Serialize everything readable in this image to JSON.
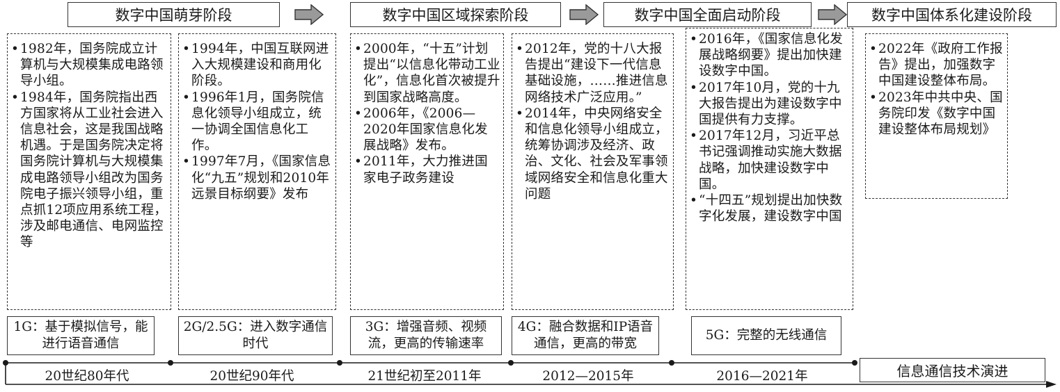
{
  "stages": [
    "数字中国萌芽阶段",
    "数字中国区域探索阶段",
    "数字中国全面启动阶段",
    "数字中国体系化建设阶段"
  ],
  "columns": [
    {
      "items": [
        "1982年，国务院成立计算机与大规模集成电路领导小组。",
        "1984年，国务院指出西方国家将从工业社会进入信息社会，这是我国战略机遇。于是国务院决定将国务院计算机与大规模集成电路领导小组改为国务院电子振兴领导小组，重点抓12项应用系统工程，涉及邮电通信、电网监控等"
      ],
      "tech": "1G：基于模拟信号，能进行语音通信",
      "era": "20世纪80年代"
    },
    {
      "items": [
        "1994年，中国互联网进入大规模建设和商用化阶段。",
        "1996年1月，国务院信息化领导小组成立，统一协调全国信息化工作。",
        "1997年7月，《国家信息化“九五”规划和2010年远景目标纲要》发布"
      ],
      "tech": "2G/2.5G：进入数字通信时代",
      "era": "20世纪90年代"
    },
    {
      "items": [
        "2000年，“十五”计划提出“以信息化带动工业化”，信息化首次被提升到国家战略高度。",
        "2006年，《2006—2020年国家信息化发展战略》发布。",
        "2011年，大力推进国家电子政务建设"
      ],
      "tech": "3G：增强音频、视频流，更高的传输速率",
      "era": "21世纪初至2011年"
    },
    {
      "items": [
        "2012年，党的十八大报告提出“建设下一代信息基础设施，……推进信息网络技术广泛应用。”",
        "2014年，中央网络安全和信息化领导小组成立，统筹协调涉及经济、政治、文化、社会及军事领域网络安全和信息化重大问题"
      ],
      "tech": "4G：融合数据和IP语音通信，更高的带宽",
      "era": "2012—2015年"
    },
    {
      "items": [
        "2016年，《国家信息化发展战略纲要》提出加快建设数字中国。",
        "2017年10月，党的十九大报告提出为建设数字中国提供有力支撑。",
        "2017年12月，习近平总书记强调推动实施大数据战略，加快建设数字中国。",
        "“十四五”规划提出加快数字化发展，建设数字中国"
      ],
      "tech": "5G：完整的无线通信",
      "era": "2016—2021年"
    },
    {
      "items": [
        "2022年《政府工作报告》提出，加强数字中国建设整体布局。",
        "2023年中共中央、国务院印发《数字中国建设整体布局规划》"
      ]
    }
  ],
  "axis_label": "信息通信技术演进",
  "colors": {
    "ink": "#1a1a1a",
    "arrow_fill": "#9a9a9a"
  }
}
